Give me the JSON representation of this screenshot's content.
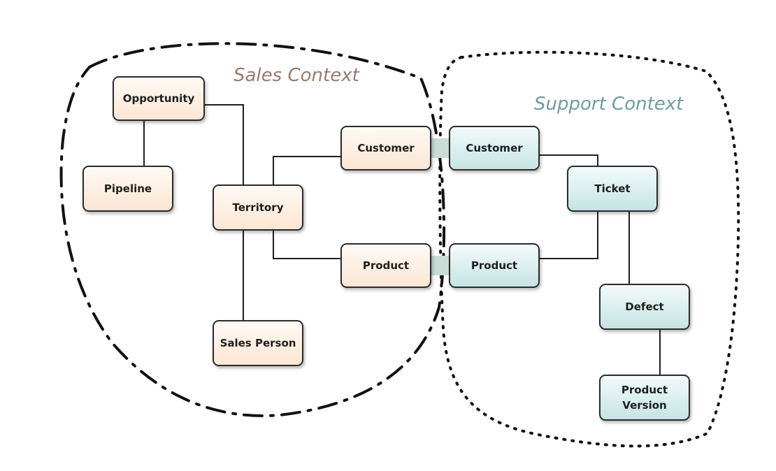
{
  "contexts": {
    "sales": {
      "label": "Sales Context",
      "color": "#9a7a6f"
    },
    "support": {
      "label": "Support Context",
      "color": "#6f9c9b"
    }
  },
  "nodes": {
    "opportunity": "Opportunity",
    "pipeline": "Pipeline",
    "territory": "Territory",
    "sales_customer": "Customer",
    "sales_product": "Product",
    "sales_person": "Sales Person",
    "support_customer": "Customer",
    "ticket": "Ticket",
    "support_product": "Product",
    "defect": "Defect",
    "product_version": "Product Version"
  },
  "edges": [
    [
      "opportunity",
      "pipeline"
    ],
    [
      "opportunity",
      "territory"
    ],
    [
      "territory",
      "sales_customer"
    ],
    [
      "territory",
      "sales_product"
    ],
    [
      "territory",
      "sales_person"
    ],
    [
      "sales_customer",
      "support_customer"
    ],
    [
      "sales_product",
      "support_product"
    ],
    [
      "support_customer",
      "ticket"
    ],
    [
      "support_product",
      "ticket"
    ],
    [
      "ticket",
      "defect"
    ],
    [
      "defect",
      "product_version"
    ]
  ],
  "colors": {
    "sales_fill": "#fbe6d3",
    "support_fill": "#c6e4e4",
    "boundary": "#111111",
    "line": "#1e1e1e",
    "bridge": "#c9dcd6"
  }
}
